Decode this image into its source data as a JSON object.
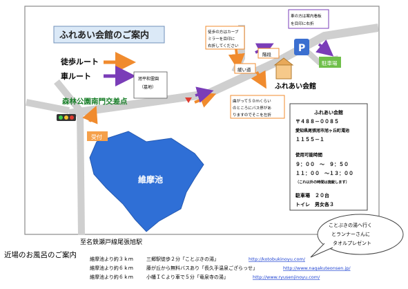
{
  "map": {
    "title": "ふれあい会館のご案内",
    "legend": {
      "walk_label": "徒歩ルート",
      "car_label": "車ルート",
      "walk_color": "#f08b2e",
      "car_color": "#7a3db8"
    },
    "labels": {
      "intersection": "森林公園南門交差点",
      "memorial_park_1": "旭平和霊園",
      "memorial_park_2": "（墓地）",
      "reception": "受付",
      "pond": "維摩池",
      "station": "至名鉄瀬戸線尾張旭駅",
      "stairs": "階段",
      "ramp": "緩い道",
      "hall": "ふれあい会館",
      "parking_sign": "P",
      "parking_lot": "駐車場"
    },
    "notes": {
      "walk_mirror": [
        "徒歩の方はカーブ",
        "ミラーを目印に",
        "右折してください"
      ],
      "car_sign": [
        "車の方は案内看板",
        "を目印に右折"
      ],
      "bus_stop": [
        "曲がって５０ｍくらい",
        "のところにバス停があ",
        "りますのでそこを左折"
      ]
    },
    "info_box": {
      "name": "ふれあい会館",
      "postal": "〒４８８－００８５",
      "address_1": "愛知県尾張旭市旭ヶ丘町濁池",
      "address_2": "１１５５－１",
      "hours_heading": "使用可能時間",
      "hours_1": "９：００　～　９：５０",
      "hours_2": "１１：００　～１３：００",
      "hours_note": "（これ以外の時間は施錠します）",
      "parking": "駐車場　２０台",
      "toilet": "トイレ　男女各３"
    },
    "callout": [
      "ことぶきの湯へ行く",
      "とランナーさんに",
      "タオルプレゼント"
    ],
    "baths": {
      "heading": "近場のお風呂のご案内",
      "rows": [
        {
          "distance": "維摩池より約３ｋｍ",
          "access": "三郷駅徒歩２分「ことぶきの湯」",
          "url": "http://kotobukinoyu.com/"
        },
        {
          "distance": "維摩池より約６ｋｍ",
          "access": "藤が丘から無料バスあり「長久手温泉ござらっせ」",
          "url": "http://www.nagakuteonsen.jp/"
        },
        {
          "distance": "維摩池より約６ｋｍ",
          "access": "小幡ＩＣより車で５分「竜泉寺の湯」",
          "url": "http://www.ryusenjinoyu.com/"
        }
      ]
    }
  }
}
